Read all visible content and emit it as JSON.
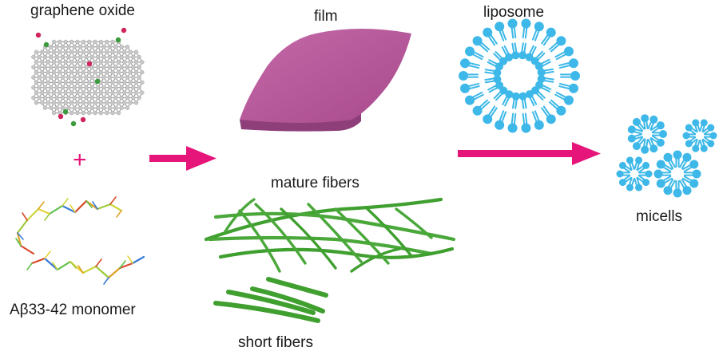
{
  "labels": {
    "graphene_oxide": "graphene oxide",
    "plus": "+",
    "monomer": "Aβ33-42 monomer",
    "film": "film",
    "mature_fibers": "mature fibers",
    "short_fibers": "short fibers",
    "liposome": "liposome",
    "micelles": "micells"
  },
  "colors": {
    "arrow": "#e5157a",
    "plus": "#e5157a",
    "film": "#b85a9c",
    "film_edge": "#8e3f7a",
    "lipid": "#3db8e8",
    "fiber": "#3f9f2f",
    "fiber_light": "#7cc86a",
    "graphene_atom": "#c8c8c8",
    "oxygen": "#d0245a",
    "hydrogen": "#3a9b3a"
  }
}
